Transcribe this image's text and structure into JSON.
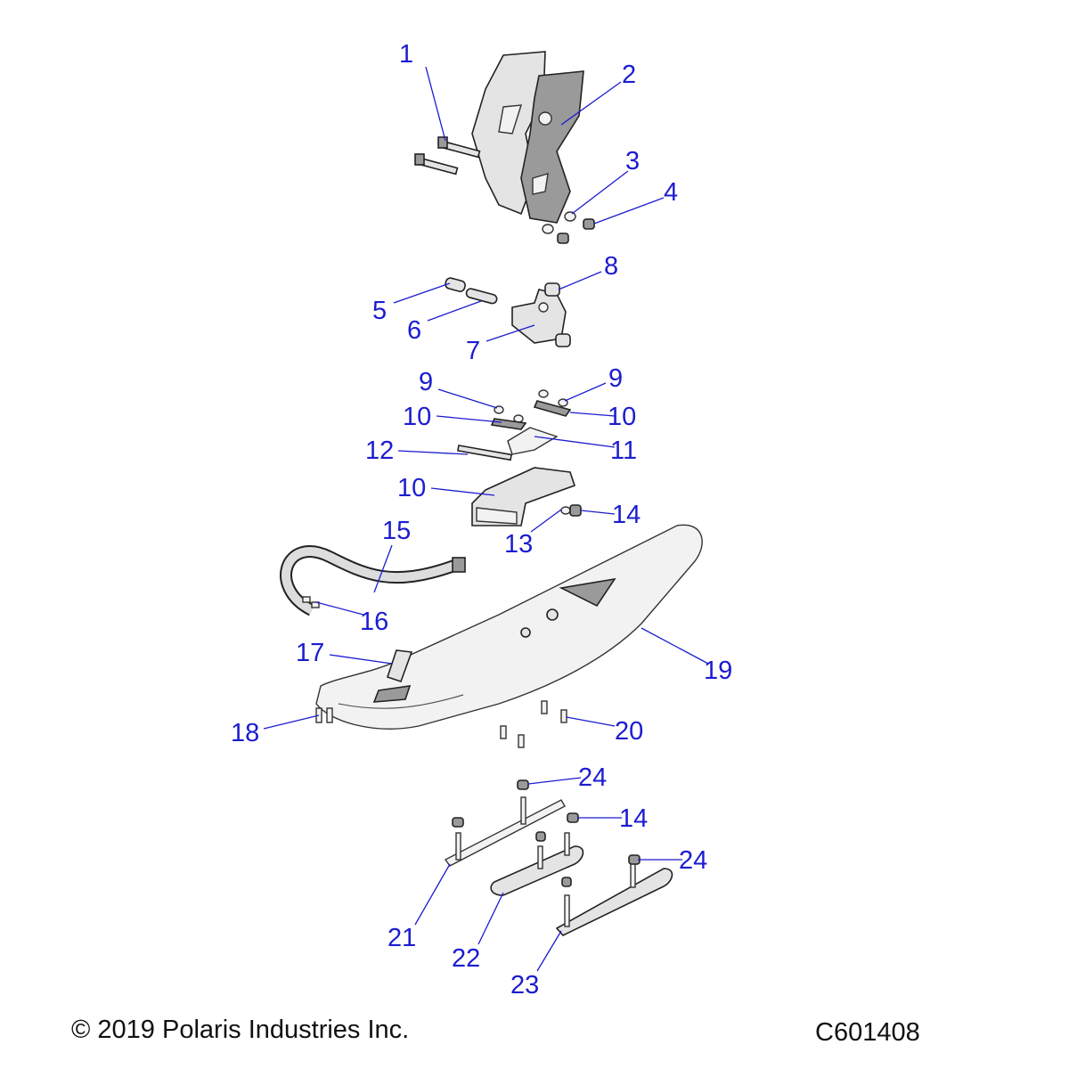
{
  "diagram": {
    "callouts": [
      {
        "label": "1"
      },
      {
        "label": "2"
      },
      {
        "label": "3"
      },
      {
        "label": "4"
      },
      {
        "label": "5"
      },
      {
        "label": "6"
      },
      {
        "label": "7"
      },
      {
        "label": "8"
      },
      {
        "label": "9"
      },
      {
        "label": "9"
      },
      {
        "label": "10"
      },
      {
        "label": "10"
      },
      {
        "label": "11"
      },
      {
        "label": "12"
      },
      {
        "label": "10"
      },
      {
        "label": "13"
      },
      {
        "label": "14"
      },
      {
        "label": "15"
      },
      {
        "label": "16"
      },
      {
        "label": "17"
      },
      {
        "label": "18"
      },
      {
        "label": "19"
      },
      {
        "label": "20"
      },
      {
        "label": "24"
      },
      {
        "label": "14"
      },
      {
        "label": "24"
      },
      {
        "label": "21"
      },
      {
        "label": "22"
      },
      {
        "label": "23"
      }
    ],
    "callout_color": "#1c1cd0"
  },
  "footer": {
    "copyright": "© 2019 Polaris Industries Inc.",
    "diagram_id": "C601408"
  }
}
